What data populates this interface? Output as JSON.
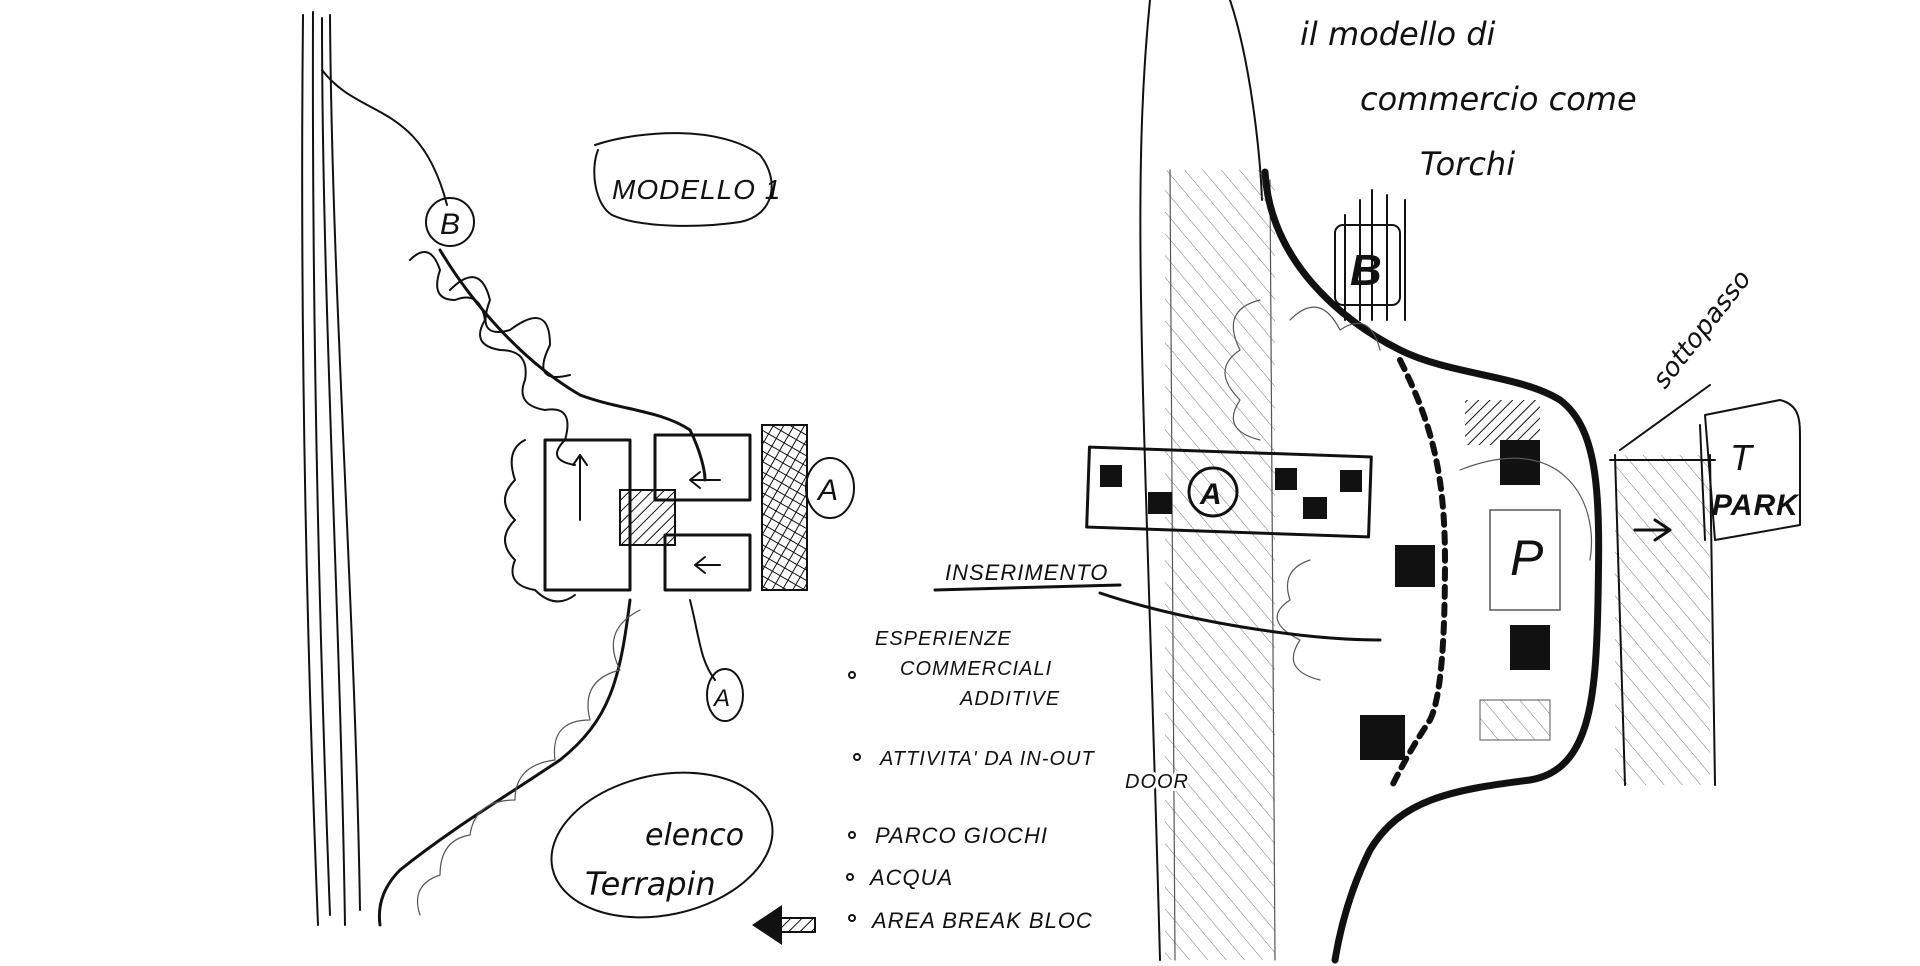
{
  "left_sketch": {
    "model_label": "MODELLO 1",
    "marker_b": "B",
    "marker_a_east": "A",
    "marker_a_south": "A",
    "list_label_line1": "elenco",
    "list_label_line2": "Terrapin"
  },
  "insertion_list": {
    "heading": "INSERIMENTO",
    "items": [
      {
        "lines": [
          "ESPERIENZE",
          "COMMERCIALI",
          "ADDITIVE"
        ]
      },
      {
        "lines": [
          "ATTIVITA' DA IN-OUT",
          "DOOR"
        ]
      },
      {
        "lines": [
          "PARCO GIOCHI"
        ]
      },
      {
        "lines": [
          "ACQUA"
        ]
      },
      {
        "lines": [
          "AREA BREAK BLOC"
        ]
      }
    ]
  },
  "right_sketch": {
    "title_line1": "il modello di",
    "title_line2": "commercio come",
    "title_line3": "Torchi",
    "marker_b": "B",
    "marker_a": "A",
    "underpass_label": "sottopasso",
    "park_label_t": "T",
    "park_label": "PARK",
    "parking_p": "P"
  },
  "colors": {
    "ink": "#111111",
    "paper": "#ffffff"
  }
}
